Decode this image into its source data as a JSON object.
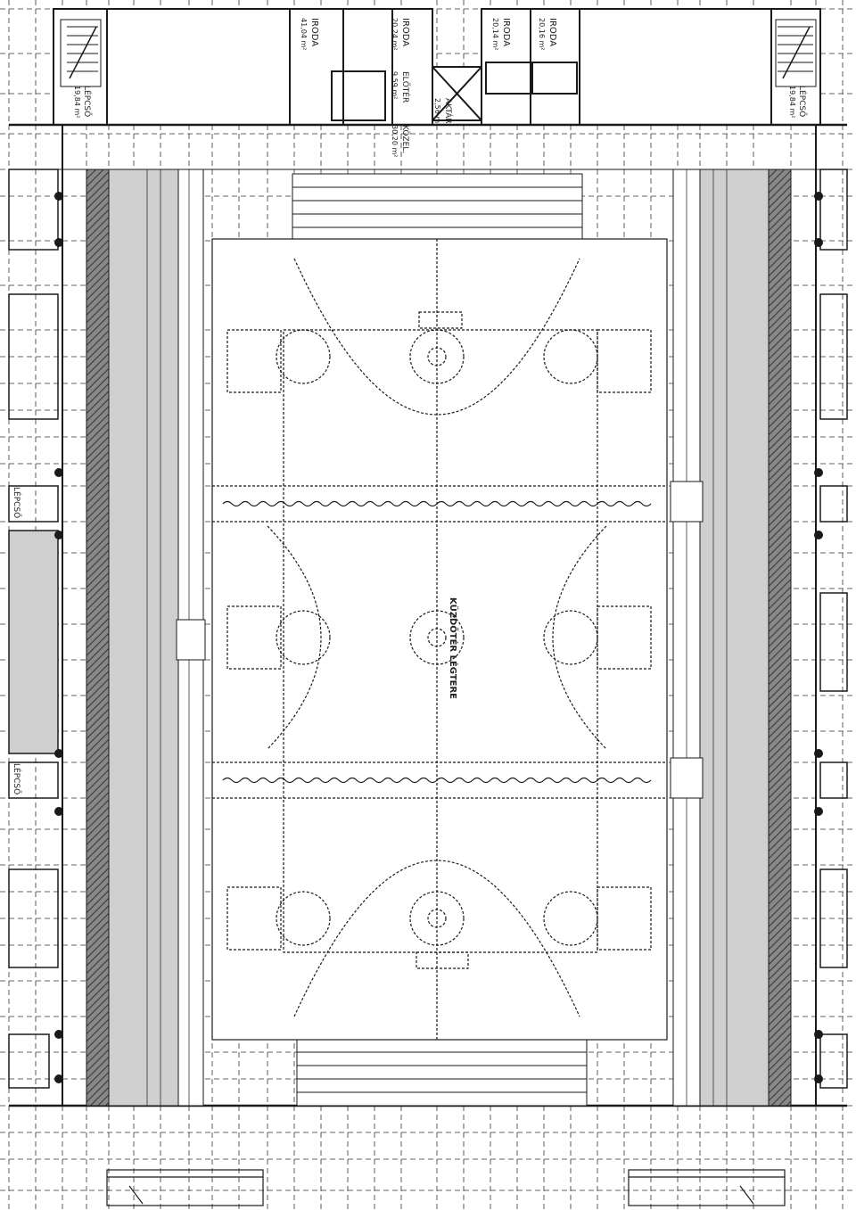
{
  "rooms": {
    "iroda_1": {
      "name": "IRODA",
      "area": "41,04 m²"
    },
    "iroda_2": {
      "name": "IRODA",
      "area": "20,24 m²"
    },
    "eloter": {
      "name": "ELŐTÉR",
      "area": "9,59 m²"
    },
    "iroda_3": {
      "name": "IRODA",
      "area": "20,14 m²"
    },
    "iroda_4": {
      "name": "IRODA",
      "area": "20,16 m²"
    },
    "lift": {
      "name": "AKTÁR",
      "area": "2,56 m²"
    },
    "kozlekedo": {
      "name": "KÖZEL.",
      "area": "30,20 m²"
    },
    "stair_left": {
      "name": "LÉPCSŐ",
      "area": "19,84 m²"
    },
    "stair_right": {
      "name": "LÉPCSŐ",
      "area": "19,84 m²"
    },
    "stair_side_left": {
      "name": "LÉPCSŐ"
    },
    "stair_side_left_2": {
      "name": "LÉPCSŐ"
    },
    "arena": {
      "name": "KÜZDŐTÉR LÉGTERE"
    }
  },
  "colors": {
    "line": "#1a1a1a",
    "seating": "#cfcfcf",
    "hatch": "#555555",
    "grid": "#333333"
  }
}
